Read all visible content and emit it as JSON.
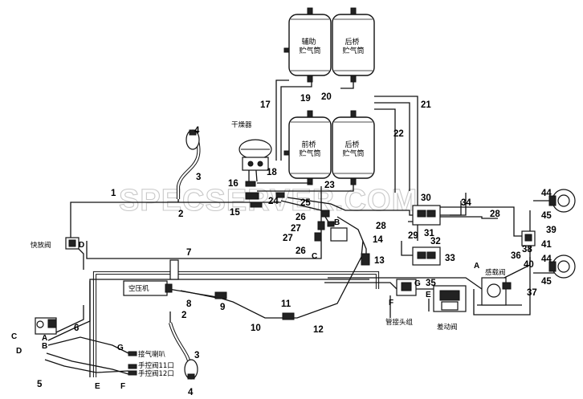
{
  "watermark": "SPECSERVER.COM",
  "tanks": {
    "aux_brake": "辅助\n贮气筒",
    "rear_axle_top": "后桥\n贮气筒",
    "front_axle": "前桥\n贮气筒",
    "rear_axle_bottom": "后桥\n贮气筒"
  },
  "components": {
    "dryer": "干燥器",
    "quick_release_valve": "快放阀",
    "air_compressor": "空压机",
    "load_sensing_valve": "感载阀",
    "relay_valve": "差动阀",
    "pipe_joint": "管接头组",
    "air_horn": "接气喇叭",
    "hand_control_11": "手控阀11口",
    "hand_control_12": "手控阀12口"
  },
  "callouts": [
    "1",
    "2",
    "2",
    "3",
    "3",
    "4",
    "4",
    "5",
    "6",
    "7",
    "8",
    "9",
    "10",
    "11",
    "12",
    "13",
    "14",
    "15",
    "16",
    "17",
    "18",
    "19",
    "20",
    "21",
    "22",
    "23",
    "24",
    "25",
    "26",
    "26",
    "27",
    "27",
    "28",
    "28",
    "29",
    "30",
    "31",
    "32",
    "33",
    "34",
    "35",
    "36",
    "37",
    "38",
    "39",
    "40",
    "41",
    "44",
    "44",
    "45",
    "45"
  ],
  "letters": [
    "A",
    "A",
    "B",
    "B",
    "C",
    "C",
    "D",
    "D",
    "E",
    "E",
    "F",
    "F",
    "G",
    "G"
  ]
}
